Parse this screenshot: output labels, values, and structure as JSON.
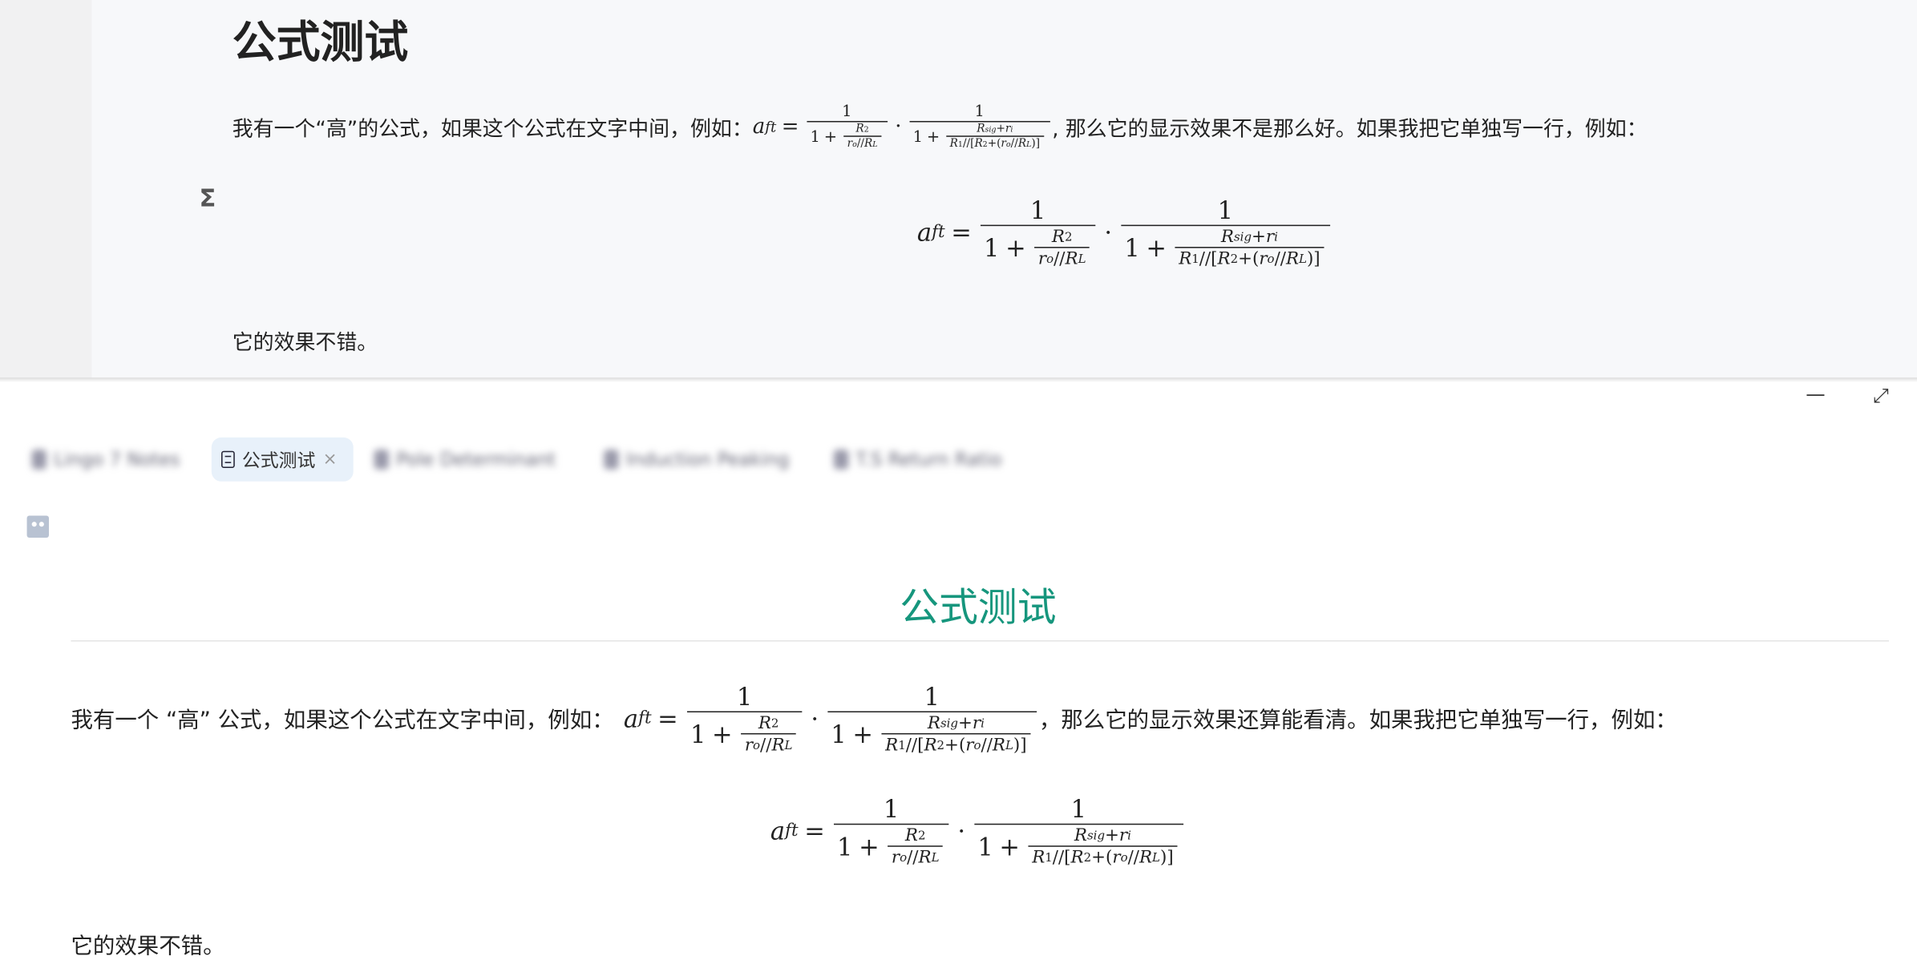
{
  "window": {
    "minimize_icon": "minimize-icon",
    "expand_icon": "expand-icon",
    "minimize_glyph": "—",
    "expand_glyph": "⤢"
  },
  "top_pane": {
    "title": "公式测试",
    "para_before": "我有一个“高”的公式，如果这个公式在文字中间，例如：",
    "para_after": ", 那么它的显示效果不是那么好。如果我把它单独写一行，例如：",
    "sigma": "Σ",
    "closing": "它的效果不错。"
  },
  "tabs": [
    {
      "label": "Lingo 7 Notes",
      "active": false
    },
    {
      "label": "公式测试",
      "active": true,
      "close": "×"
    },
    {
      "label": "Pole Determinant",
      "active": false
    },
    {
      "label": "Induction Peaking",
      "active": false
    },
    {
      "label": "T.S Return Ratio",
      "active": false
    }
  ],
  "bottom_pane": {
    "heading": "公式测试",
    "para_before": "我有一个 “高” 公式，如果这个公式在文字中间，例如：",
    "para_after": "，那么它的显示效果还算能看清。如果我把它单独写一行，例如：",
    "closing": "它的效果不错。"
  },
  "formula": {
    "lhs": "a",
    "lhs_sub": "ft",
    "eq": "=",
    "dot": "·",
    "one": "1",
    "plus": "+",
    "f1_num": [
      {
        "t": "R",
        "s": "2"
      }
    ],
    "f1_den": [
      {
        "t": "r",
        "s": "o"
      },
      {
        "t": "//"
      },
      {
        "t": "R",
        "s": "L"
      }
    ],
    "f2_num": [
      {
        "t": "R",
        "s": "sig"
      },
      {
        "t": "+"
      },
      {
        "t": "r",
        "s": "i"
      }
    ],
    "f2_den": [
      {
        "t": "R",
        "s": "1"
      },
      {
        "t": "//["
      },
      {
        "t": "R",
        "s": "2"
      },
      {
        "t": "+("
      },
      {
        "t": "r",
        "s": "o"
      },
      {
        "t": "//"
      },
      {
        "t": "R",
        "s": "L"
      },
      {
        "t": ")]"
      }
    ]
  },
  "colors": {
    "heading": "#16967d",
    "active_tab": "#e8f1fa",
    "top_bg": "#f7f8fa"
  }
}
